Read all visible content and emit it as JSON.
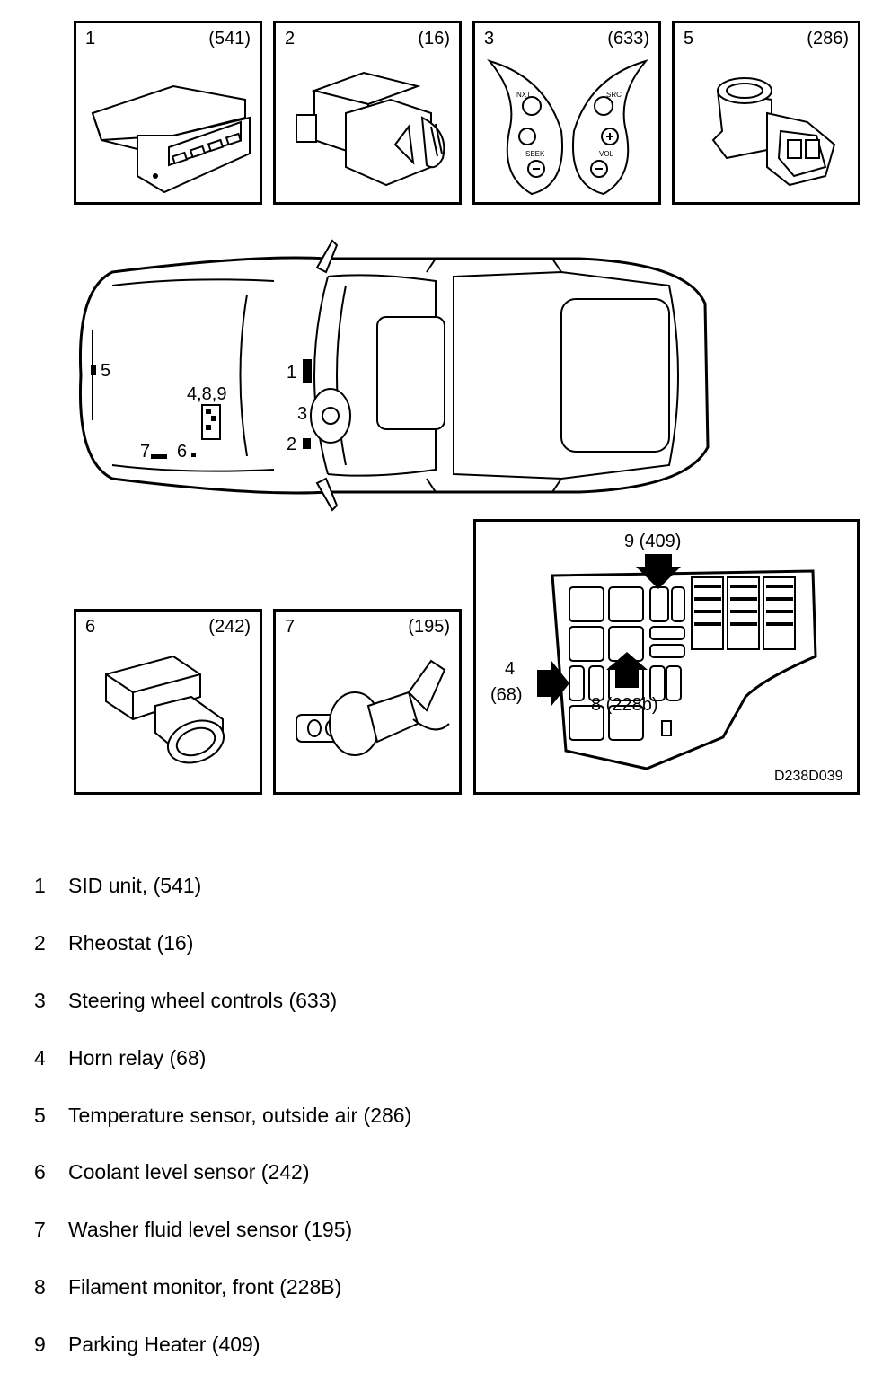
{
  "panels": [
    {
      "num": "1",
      "code": "(541)"
    },
    {
      "num": "2",
      "code": "(16)"
    },
    {
      "num": "3",
      "code": "(633)"
    },
    {
      "num": "5",
      "code": "(286)"
    },
    {
      "num": "6",
      "code": "(242)"
    },
    {
      "num": "7",
      "code": "(195)"
    }
  ],
  "controls": {
    "nxt": "NXT",
    "src": "SRC",
    "seek": "SEEK",
    "vol": "VOL"
  },
  "car_labels": {
    "l1": "1",
    "l2": "2",
    "l3": "3",
    "l5": "5",
    "l489": "4,8,9",
    "l6": "6",
    "l7": "7"
  },
  "fusebox": {
    "relay9": "9 (409)",
    "relay4_num": "4",
    "relay4_code": "(68)",
    "relay8": "8 (228b)",
    "drawing_id": "D238D039"
  },
  "legend": [
    {
      "num": "1",
      "text": "SID unit, (541)"
    },
    {
      "num": "2",
      "text": "Rheostat (16)"
    },
    {
      "num": "3",
      "text": "Steering wheel controls (633)"
    },
    {
      "num": "4",
      "text": "Horn relay (68)"
    },
    {
      "num": "5",
      "text": "Temperature sensor, outside air (286)"
    },
    {
      "num": "6",
      "text": "Coolant level sensor (242)"
    },
    {
      "num": "7",
      "text": "Washer fluid level sensor (195)"
    },
    {
      "num": "8",
      "text": "Filament monitor, front (228B)"
    },
    {
      "num": "9",
      "text": "Parking Heater (409)"
    }
  ]
}
